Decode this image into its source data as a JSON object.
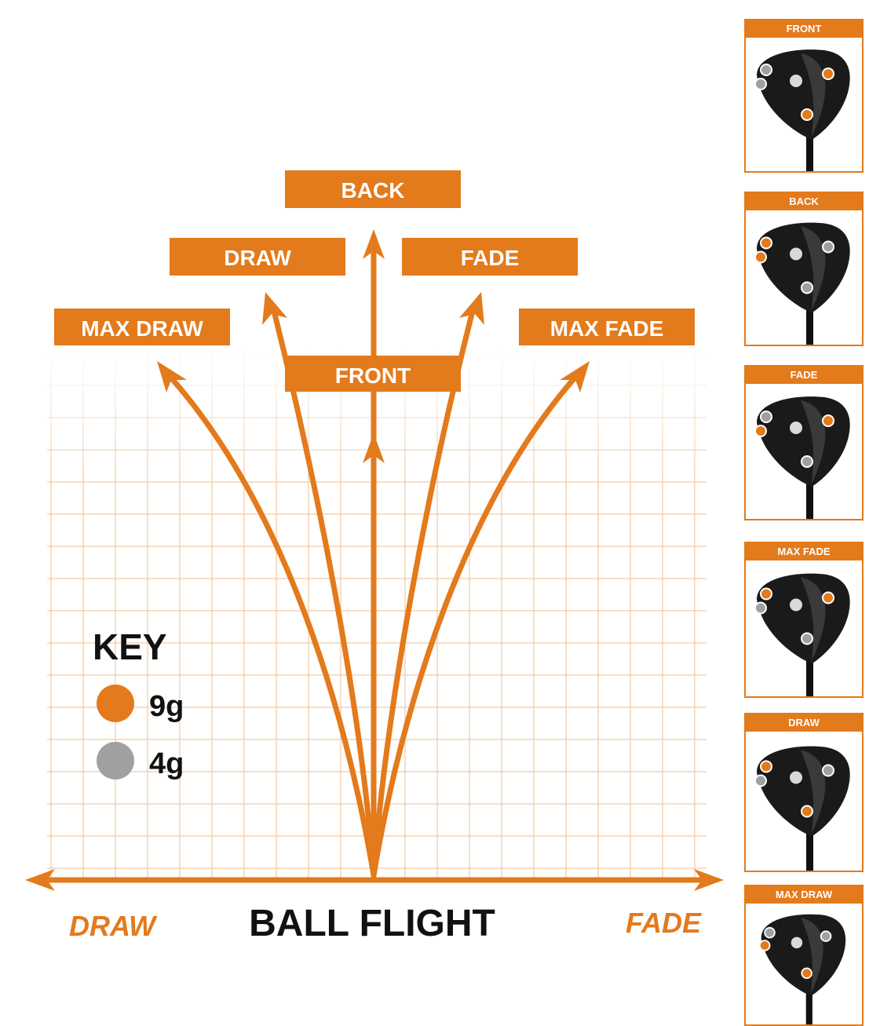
{
  "colors": {
    "accent": "#e37a1c",
    "weight_9g": "#e37a1c",
    "weight_4g": "#a0a0a0",
    "grid": "#f3c9a2",
    "text": "#111111"
  },
  "labels": {
    "back": "BACK",
    "draw": "DRAW",
    "fade": "FADE",
    "max_draw": "MAX DRAW",
    "max_fade": "MAX FADE",
    "front": "FRONT"
  },
  "axis": {
    "left": "DRAW",
    "right": "FADE",
    "title": "BALL FLIGHT"
  },
  "key": {
    "title": "KEY",
    "items": [
      {
        "label": "9g",
        "color": "#e37a1c"
      },
      {
        "label": "4g",
        "color": "#a0a0a0"
      }
    ]
  },
  "panels": [
    {
      "title": "FRONT",
      "weights": {
        "top_left": "4g",
        "left": "4g",
        "right": "9g",
        "bottom": "9g"
      }
    },
    {
      "title": "BACK",
      "weights": {
        "top_left": "9g",
        "left": "9g",
        "right": "4g",
        "bottom": "4g"
      }
    },
    {
      "title": "FADE",
      "weights": {
        "top_left": "4g",
        "left": "9g",
        "right": "9g",
        "bottom": "4g"
      }
    },
    {
      "title": "MAX FADE",
      "weights": {
        "top_left": "9g",
        "left": "4g",
        "right": "9g",
        "bottom": "4g"
      }
    },
    {
      "title": "DRAW",
      "weights": {
        "top_left": "9g",
        "left": "4g",
        "right": "4g",
        "bottom": "9g"
      }
    },
    {
      "title": "MAX DRAW",
      "weights": {
        "top_left": "4g",
        "left": "9g",
        "right": "4g",
        "bottom": "9g"
      }
    }
  ]
}
